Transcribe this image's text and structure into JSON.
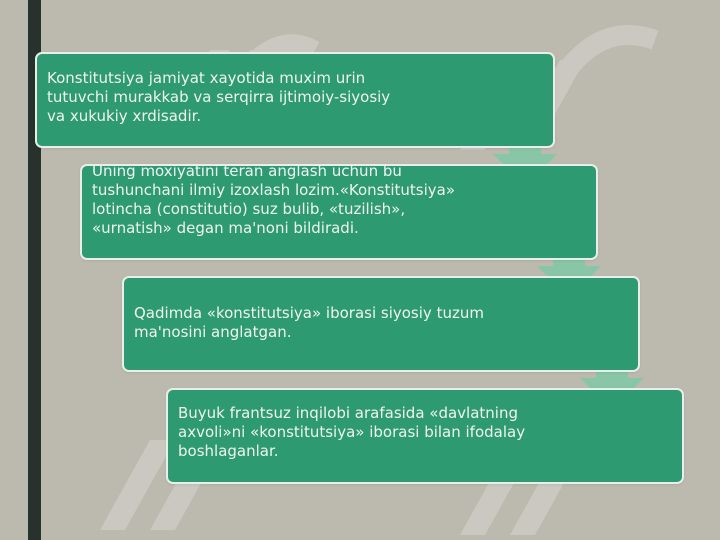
{
  "slide": {
    "steps": [
      {
        "text": "Konstitutsiya jamiyat xayotida muxim urin tutuvchi murakkab va serqirra ijtimoiy-siyosiy va xukukiy xrdisadir."
      },
      {
        "text": "Uning moxiyatini teran anglash uchun bu tushunchani ilmiy izoxlash lozim.«Konstitutsiya» lotincha (constitutio) suz bulib, «tuzilish», «urnatish» degan ma'noni bildiradi."
      },
      {
        "text": "Qadimda «konstitutsiya» iborasi siyosiy tuzum ma'nosini anglatgan."
      },
      {
        "text": "Buyuk frantsuz inqilobi arafasida «davlatning axvoli»ni «konstitutsiya» iborasi bilan ifodalay boshlaganlar."
      }
    ]
  },
  "colors": {
    "background": "#bcb9ae",
    "left_bar": "#28322d",
    "box_fill": "#2e9a72",
    "box_border": "#e9eee9",
    "arrow": "#7fc8a6",
    "text": "#eef4ef"
  }
}
